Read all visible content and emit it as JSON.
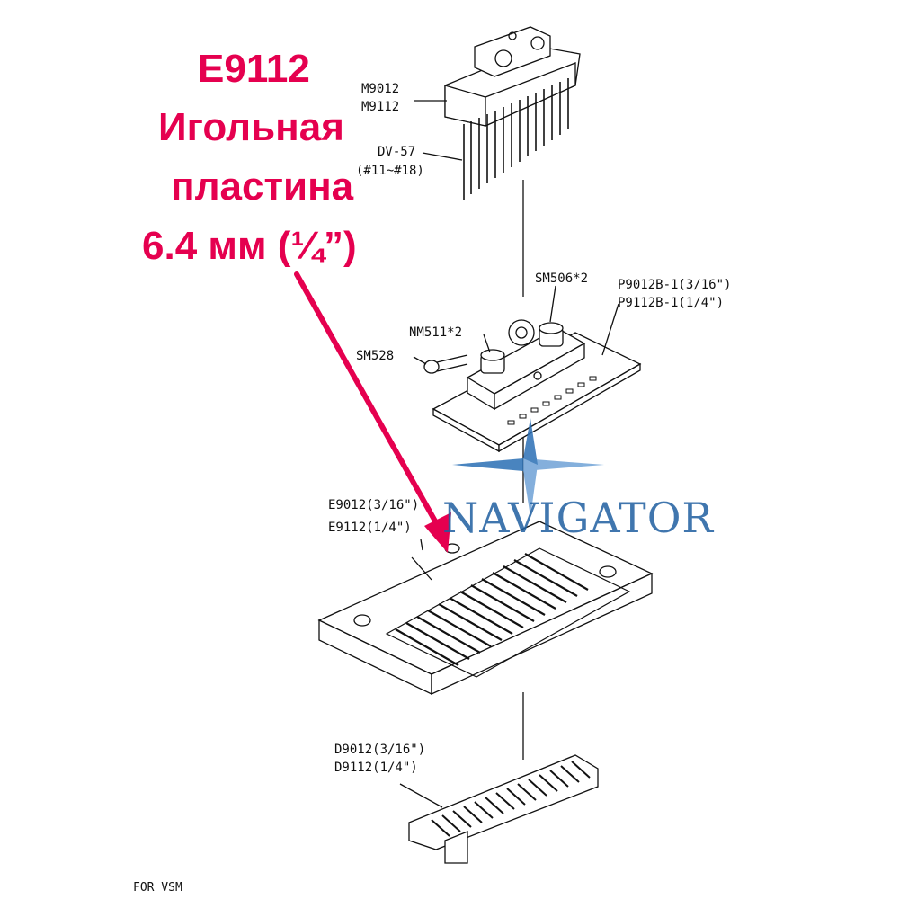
{
  "callout": {
    "lines": [
      "E9112",
      "Игольная",
      "пластина",
      "6.4 мм (¼”)"
    ],
    "color": "#e5004f"
  },
  "parts": {
    "needle_holder": [
      "M9012",
      "M9112"
    ],
    "needle": [
      "DV-57",
      "(#11~#18)"
    ],
    "screw_top": "SM506*2",
    "presser": [
      "P9012B-1(3/16\")",
      "P9112B-1(1/4\")"
    ],
    "nut": "NM511*2",
    "screw_side": "SM528",
    "needle_plate": [
      "E9012(3/16\")",
      "E9112(1/4\")"
    ],
    "looper": [
      "D9012(3/16\")",
      "D9112(1/4\")"
    ]
  },
  "footer": "FOR VSM",
  "watermark": {
    "text": "NAVIGATOR",
    "color": "#1f5fa0"
  }
}
